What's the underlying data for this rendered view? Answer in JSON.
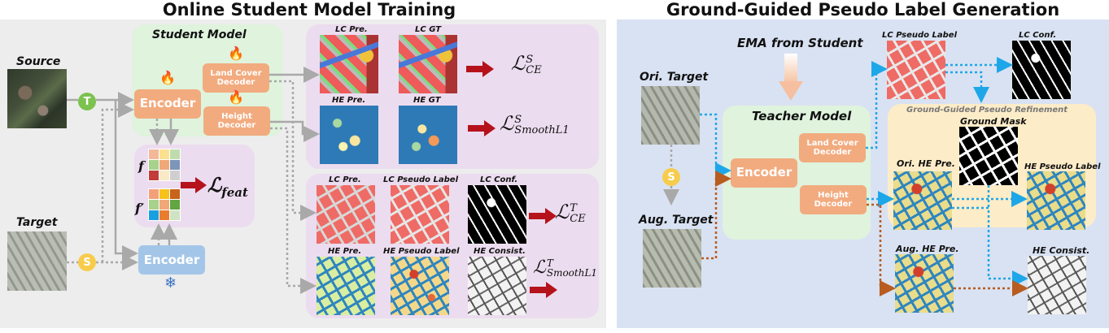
{
  "titles": {
    "left": "Online Student Model Training",
    "right": "Ground-Guided Pseudo Label Generation"
  },
  "left": {
    "source_label": "Source",
    "target_label": "Target",
    "t_badge": "T",
    "s_badge": "S",
    "student_model": {
      "title": "Student Model",
      "encoder": "Encoder",
      "lc_decoder": "Land Cover Decoder",
      "height_decoder": "Height Decoder"
    },
    "frozen_encoder": "Encoder",
    "feature": {
      "f": "f",
      "f_prime": "f′",
      "loss": "ℒ",
      "loss_sub": "feat"
    },
    "source_supervision": {
      "lc_pre": "LC Pre.",
      "lc_gt": "LC GT",
      "he_pre": "HE Pre.",
      "he_gt": "HE GT",
      "loss_ce": {
        "sym": "ℒ",
        "sup": "S",
        "sub": "CE"
      },
      "loss_smooth": {
        "sym": "ℒ",
        "sup": "S",
        "sub": "SmoothL1"
      }
    },
    "target_supervision": {
      "lc_pre": "LC Pre.",
      "lc_pseudo": "LC Pseudo Label",
      "lc_conf": "LC Conf.",
      "he_pre": "HE Pre.",
      "he_pseudo": "HE Pseudo Label",
      "he_consist": "HE Consist.",
      "loss_ce": {
        "sym": "ℒ",
        "sup": "T",
        "sub": "CE"
      },
      "loss_smooth": {
        "sym": "ℒ",
        "sup": "T",
        "sub": "SmoothL1"
      }
    }
  },
  "right": {
    "ema_label": "EMA from Student",
    "ori_target": "Ori. Target",
    "aug_target": "Aug. Target",
    "s_badge": "S",
    "teacher_model": {
      "title": "Teacher Model",
      "encoder": "Encoder",
      "lc_decoder": "Land Cover Decoder",
      "height_decoder": "Height Decoder"
    },
    "lc_pseudo_label": "LC Pseudo Label",
    "lc_conf": "LC Conf.",
    "refinement": {
      "title": "Ground-Guided Pseudo Refinement",
      "ground_mask": "Ground Mask",
      "ori_he_pre": "Ori. HE Pre.",
      "he_pseudo_label": "HE Pseudo Label"
    },
    "aug_he_pre": "Aug. HE Pre.",
    "he_consist": "HE Consist."
  },
  "colors": {
    "left_bg": "#ededed",
    "right_bg": "#d9e2f2",
    "model_bg": "#dff3dd",
    "loss_bg": "#ecdcef",
    "refine_bg": "#fdecc8",
    "module": "#f2ab7f",
    "frozen_module": "#a3c6e8",
    "loss_arrow": "#b5121b",
    "t_badge": "#7cc24f",
    "s_badge": "#f7cc4c",
    "flow_blue": "#1ea7e8",
    "flow_brown": "#b85c1f",
    "flow_gray": "#a9a9a9"
  }
}
